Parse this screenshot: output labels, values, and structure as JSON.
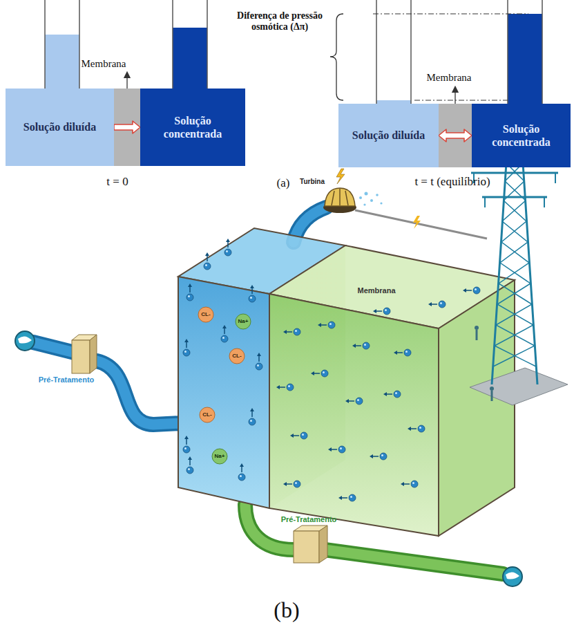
{
  "diagram": {
    "nodes": [
      {
        "text": [
          "Solução diluída"
        ]
      },
      {
        "text": [
          "Solução concentrada"
        ]
      },
      {
        "text": [
          "Solução diluída"
        ]
      },
      {
        "text": [
          "Solução concentrada"
        ]
      }
    ],
    "edges": [
      {
        "from": 0,
        "to": 1,
        "arrow": "to"
      },
      {
        "from": 2,
        "to": 3,
        "arrow": "both"
      }
    ],
    "labels": [
      "Membrana",
      "t = 0",
      "(a)",
      "Diferença de pressão osmótica (Δπ)",
      "Membrana",
      "t = t (equilíbrio)",
      "Turbina",
      "Membrana",
      "Pré-Tratamento",
      "Pré-Tratamento",
      "CL-",
      "CL-",
      "CL-",
      "Na+",
      "Na+",
      "(b)"
    ]
  }
}
